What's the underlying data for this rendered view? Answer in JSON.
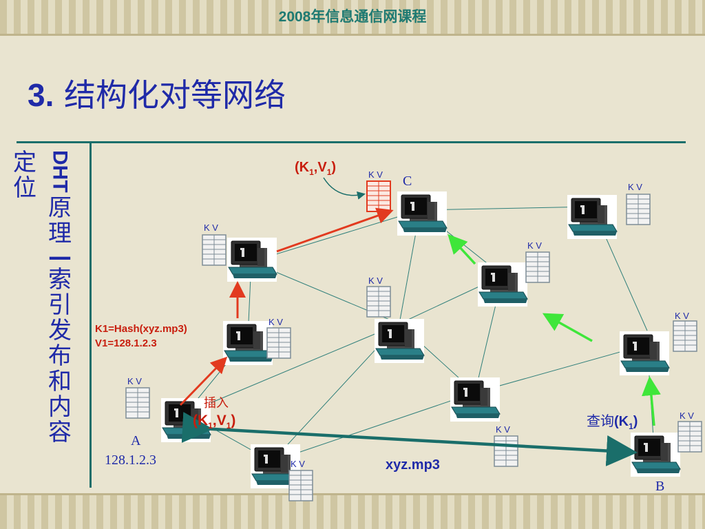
{
  "header": "2008年信息通信网课程",
  "title": {
    "number": "3.",
    "text": "结构化对等网络"
  },
  "sidebar": {
    "locate_label": "定位",
    "dht": "DHT",
    "topic": [
      "原",
      "理"
    ],
    "dash": "—",
    "topic2": [
      "索",
      "引",
      "发",
      "布",
      "和",
      "内",
      "容"
    ]
  },
  "labels": {
    "pair_top": {
      "open": "(K",
      "sub1": "1",
      "mid": ",V",
      "sub2": "1",
      "close": ")"
    },
    "node_c": "C",
    "node_a": "A",
    "addr_a": "128.1.2.3",
    "node_b": "B",
    "hash_k": "K1=Hash(xyz.mp3)",
    "hash_v": "V1=128.1.2.3",
    "insert": "插入",
    "insert_pair": {
      "open": "(K",
      "sub1": "1",
      "mid": ",V",
      "sub2": "1",
      "close": ")"
    },
    "query": {
      "prefix": "查询",
      "open": "(K",
      "sub": "1",
      "close": ")"
    },
    "file": "xyz.mp3",
    "kv": "K  V"
  },
  "colors": {
    "accent_blue": "#1f2aa8",
    "teal": "#1a6e6a",
    "red_arrow": "#e23a1f",
    "green_arrow": "#3fe63a",
    "label_red": "#c81e0e"
  }
}
